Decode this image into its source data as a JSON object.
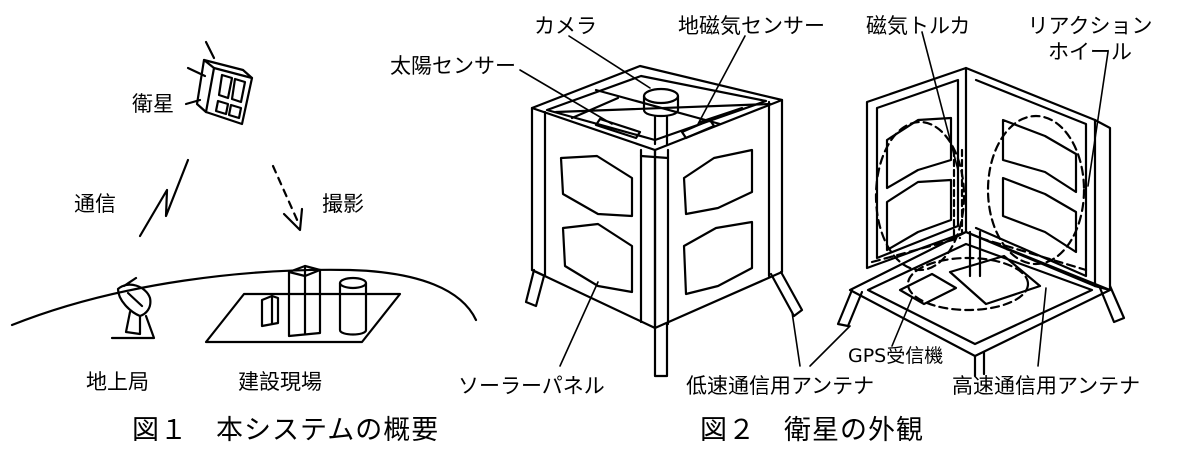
{
  "figure1": {
    "caption": "図１　本システムの概要",
    "labels": {
      "satellite": "衛星",
      "communication": "通信",
      "photography": "撮影",
      "ground_station": "地上局",
      "construction_site": "建設現場"
    }
  },
  "figure2": {
    "caption": "図２　衛星の外観",
    "labels": {
      "camera": "カメラ",
      "magnetometer": "地磁気センサー",
      "sun_sensor": "太陽センサー",
      "solar_panel": "ソーラーパネル",
      "low_speed_antenna": "低速通信用アンテナ",
      "magnetorquer": "磁気トルカ",
      "reaction_wheel_line1": "リアクション",
      "reaction_wheel_line2": "ホイール",
      "gps_receiver": "GPS受信機",
      "high_speed_antenna": "高速通信用アンテナ"
    }
  }
}
